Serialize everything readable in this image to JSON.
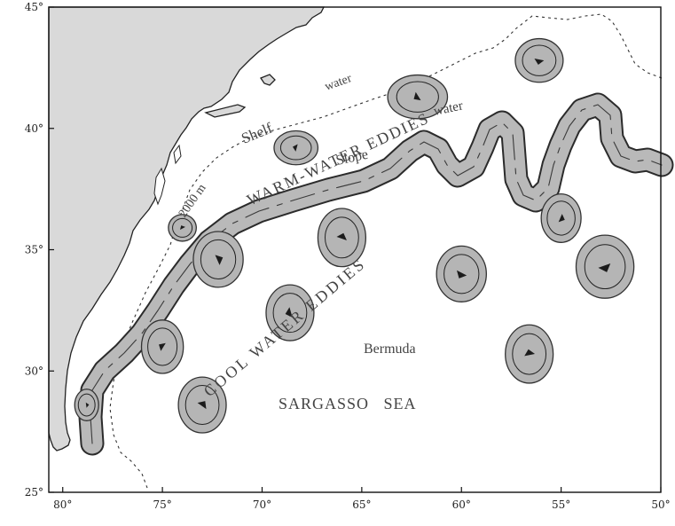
{
  "axes": {
    "x_ticks": [
      {
        "label": "80°",
        "lon": -80
      },
      {
        "label": "75°",
        "lon": -75
      },
      {
        "label": "70°",
        "lon": -70
      },
      {
        "label": "65°",
        "lon": -65
      },
      {
        "label": "60°",
        "lon": -60
      },
      {
        "label": "55°",
        "lon": -55
      },
      {
        "label": "50°",
        "lon": -50
      }
    ],
    "y_ticks": [
      {
        "label": "45°",
        "lat": 45
      },
      {
        "label": "40°",
        "lat": 40
      },
      {
        "label": "35°",
        "lat": 35
      },
      {
        "label": "30°",
        "lat": 30
      },
      {
        "label": "25°",
        "lat": 25
      }
    ]
  },
  "labels": {
    "shelf": "Shelf",
    "water_shelf": "water",
    "warm_water_eddies": "WARM-WATER EDDIES",
    "isobath_2000m": "2000 m",
    "slope": "Slope",
    "water_slope": "water",
    "cool_water_eddies": "COOL WATER EDDIES",
    "bermuda": "Bermuda",
    "sargasso_sea": "SARGASSO   SEA"
  },
  "colors": {
    "land": "#d9d9d9",
    "stream_fill": "#b9b9b9",
    "eddy_fill": "#b5b5b5",
    "eddy_core": "#d2d2d2",
    "ink": "#222222"
  },
  "eddies": [
    {
      "type": "warm",
      "lon": -56.1,
      "lat": 42.8,
      "rx_deg": 1.2,
      "ry_lat": 0.9
    },
    {
      "type": "warm",
      "lon": -62.2,
      "lat": 41.3,
      "rx_deg": 1.5,
      "ry_lat": 0.9
    },
    {
      "type": "warm",
      "lon": -68.3,
      "lat": 39.2,
      "rx_deg": 1.1,
      "ry_lat": 0.7
    },
    {
      "type": "warm",
      "lon": -74.0,
      "lat": 35.9,
      "rx_deg": 0.7,
      "ry_lat": 0.55
    },
    {
      "type": "cold",
      "lon": -66.0,
      "lat": 35.5,
      "rx_deg": 1.2,
      "ry_lat": 1.2
    },
    {
      "type": "cold",
      "lon": -72.2,
      "lat": 34.6,
      "rx_deg": 1.25,
      "ry_lat": 1.15
    },
    {
      "type": "cold",
      "lon": -55.0,
      "lat": 36.3,
      "rx_deg": 1.0,
      "ry_lat": 1.0
    },
    {
      "type": "cold",
      "lon": -52.8,
      "lat": 34.3,
      "rx_deg": 1.45,
      "ry_lat": 1.3
    },
    {
      "type": "cold",
      "lon": -60.0,
      "lat": 34.0,
      "rx_deg": 1.25,
      "ry_lat": 1.15
    },
    {
      "type": "cold",
      "lon": -68.6,
      "lat": 32.4,
      "rx_deg": 1.2,
      "ry_lat": 1.15
    },
    {
      "type": "cold",
      "lon": -75.0,
      "lat": 31.0,
      "rx_deg": 1.05,
      "ry_lat": 1.1
    },
    {
      "type": "cold",
      "lon": -56.6,
      "lat": 30.7,
      "rx_deg": 1.2,
      "ry_lat": 1.2
    },
    {
      "type": "cold",
      "lon": -73.0,
      "lat": 28.6,
      "rx_deg": 1.2,
      "ry_lat": 1.15
    },
    {
      "type": "cold",
      "lon": -78.8,
      "lat": 28.6,
      "rx_deg": 0.6,
      "ry_lat": 0.65
    }
  ]
}
